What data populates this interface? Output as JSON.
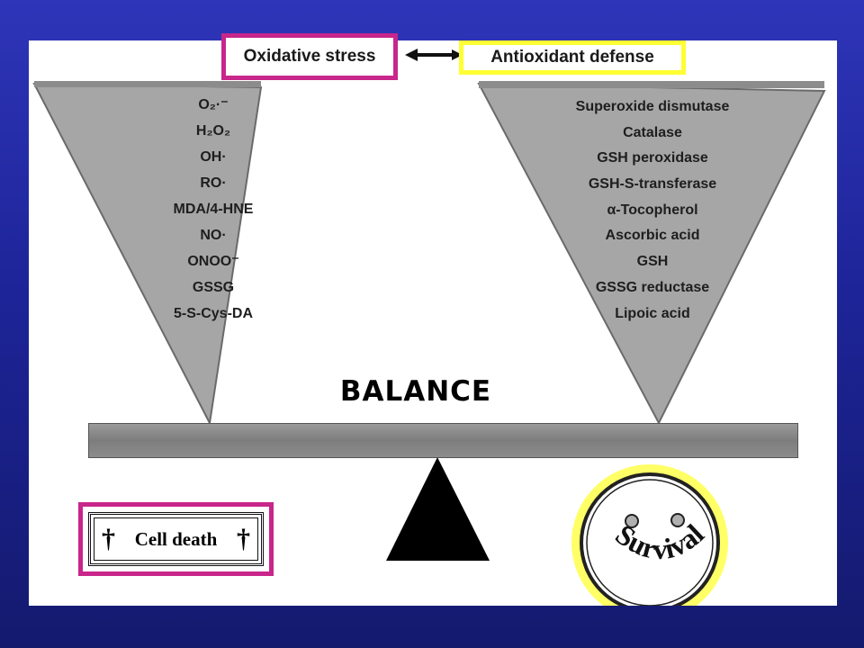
{
  "header": {
    "oxidative_stress": "Oxidative stress",
    "antioxidant_defense": "Antioxidant defense"
  },
  "left_list": [
    "O₂·⁻",
    "H₂O₂",
    "OH·",
    "RO·",
    "MDA/4-HNE",
    "NO·",
    "ONOO⁻",
    "GSSG",
    "5-S-Cys-DA"
  ],
  "right_list": [
    "Superoxide dismutase",
    "Catalase",
    "GSH peroxidase",
    "GSH-S-transferase",
    "α-Tocopherol",
    "Ascorbic acid",
    "GSH",
    "GSSG reductase",
    "Lipoic acid"
  ],
  "balance_label": "BALANCE",
  "cell_death": {
    "label": "Cell death",
    "dagger": "†"
  },
  "survival_label": "Survival",
  "colors": {
    "background": "#1d2498",
    "magenta_frame": "#c8268a",
    "yellow_frame": "#ffff33",
    "triangle_fill": "#a8a8a8",
    "beam": "#8a8a8a"
  }
}
